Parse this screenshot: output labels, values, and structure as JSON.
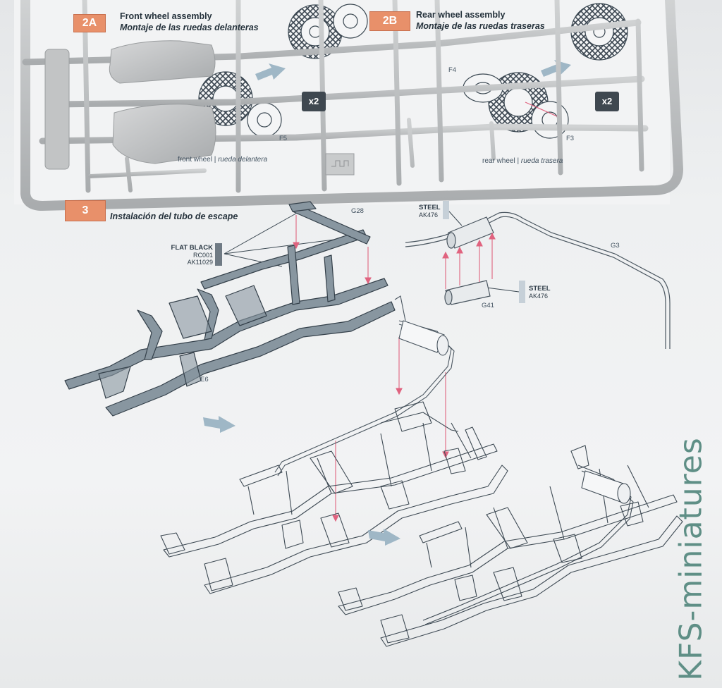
{
  "instructions": {
    "step_2a": {
      "badge": "2A",
      "title_en": "Front wheel assembly",
      "title_es": "Montaje de las ruedas delanteras",
      "caption_en": "front wheel",
      "caption_es": "rueda delantera",
      "multiplier": "x2",
      "part": "F5"
    },
    "step_2b": {
      "badge": "2B",
      "title_en": "Rear wheel assembly",
      "title_es": "Montaje de las ruedas traseras",
      "caption_en": "rear wheel",
      "caption_es": "rueda trasera",
      "multiplier": "x2",
      "parts": [
        "F4",
        "F3"
      ]
    },
    "step_3": {
      "badge": "3",
      "title_es": "Instalación del tubo de escape"
    }
  },
  "parts": {
    "frame": "E6",
    "crossmember": "G28",
    "exhaust_pipe": "G3",
    "muffler_clamp": "G41"
  },
  "paints": {
    "flat_black": {
      "name": "FLAT BLACK",
      "codes": [
        "RC001",
        "AK11029"
      ],
      "color": "#6f7a84"
    },
    "steel_1": {
      "name": "STEEL",
      "codes": [
        "AK476"
      ],
      "color": "#c6d0d8"
    },
    "steel_2": {
      "name": "STEEL",
      "codes": [
        "AK476"
      ],
      "color": "#c6d0d8"
    }
  },
  "watermark": "KFS-miniatures",
  "colors": {
    "sprue": "#b9bbbc",
    "badge": "#e8906a",
    "arrow": "#9fb7c6",
    "guide_line": "#e0637f",
    "frame_fill": "#8896a0"
  }
}
